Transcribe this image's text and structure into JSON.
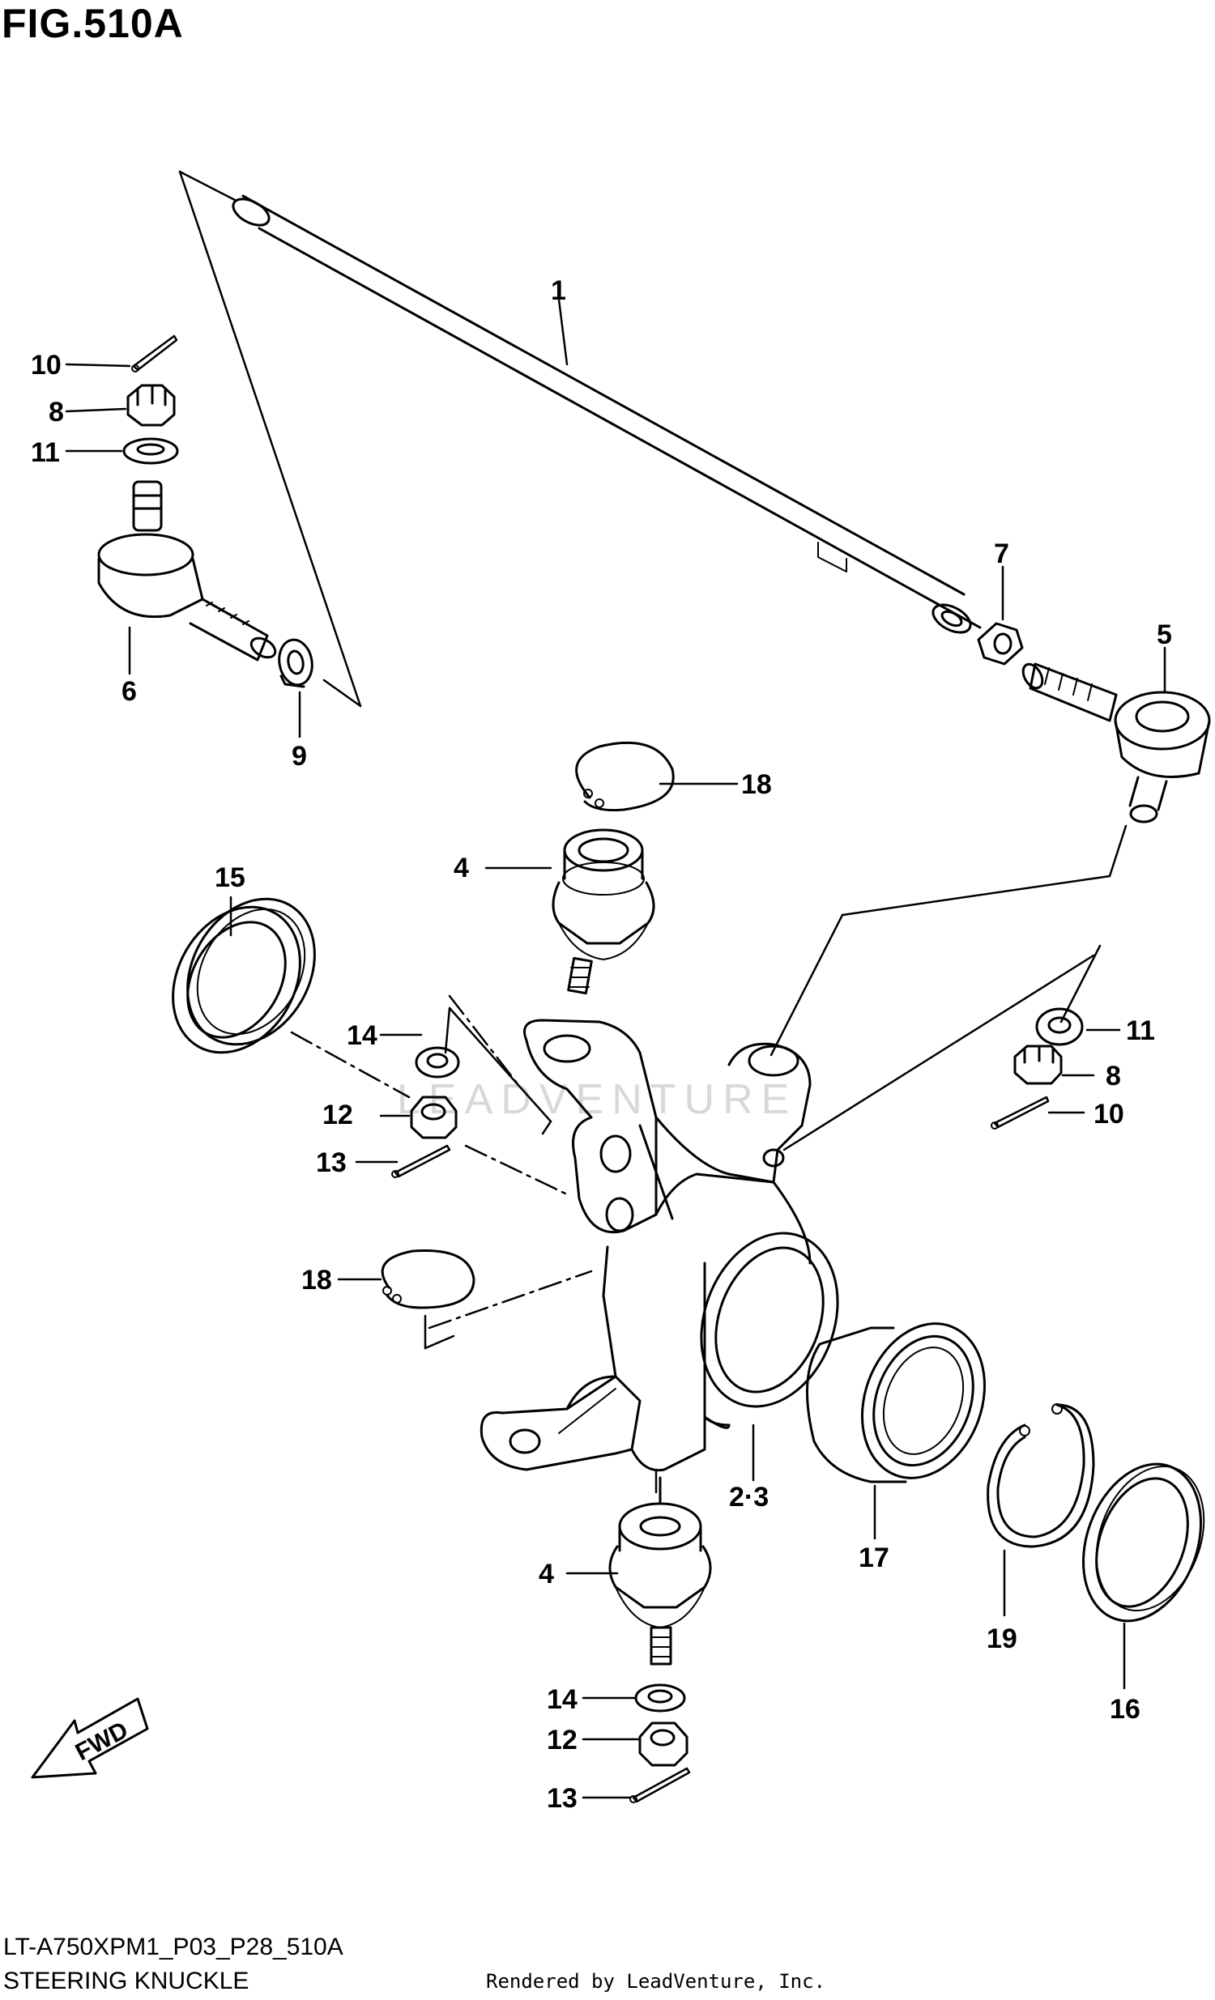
{
  "figure_title": "FIG.510A",
  "model_code": "LT-A750XPM1_P03_P28_510A",
  "section_title": "STEERING KNUCKLE",
  "credit": "Rendered by LeadVenture, Inc.",
  "watermark": "LEADVENTURE",
  "direction_arrow": "FWD",
  "part_labels": [
    {
      "id": "label-1",
      "text": "1"
    },
    {
      "id": "label-10-left",
      "text": "10"
    },
    {
      "id": "label-8-left",
      "text": "8"
    },
    {
      "id": "label-11-left",
      "text": "11"
    },
    {
      "id": "label-6",
      "text": "6"
    },
    {
      "id": "label-9",
      "text": "9"
    },
    {
      "id": "label-7",
      "text": "7"
    },
    {
      "id": "label-5",
      "text": "5"
    },
    {
      "id": "label-18-top",
      "text": "18"
    },
    {
      "id": "label-4-top",
      "text": "4"
    },
    {
      "id": "label-15",
      "text": "15"
    },
    {
      "id": "label-14-top",
      "text": "14"
    },
    {
      "id": "label-12-top",
      "text": "12"
    },
    {
      "id": "label-13-top",
      "text": "13"
    },
    {
      "id": "label-11-right",
      "text": "11"
    },
    {
      "id": "label-8-right",
      "text": "8"
    },
    {
      "id": "label-10-right",
      "text": "10"
    },
    {
      "id": "label-18-bottom",
      "text": "18"
    },
    {
      "id": "label-2-3",
      "text": "2·3"
    },
    {
      "id": "label-17",
      "text": "17"
    },
    {
      "id": "label-19",
      "text": "19"
    },
    {
      "id": "label-16",
      "text": "16"
    },
    {
      "id": "label-4-bottom",
      "text": "4"
    },
    {
      "id": "label-14-bottom",
      "text": "14"
    },
    {
      "id": "label-12-bottom",
      "text": "12"
    },
    {
      "id": "label-13-bottom",
      "text": "13"
    }
  ]
}
